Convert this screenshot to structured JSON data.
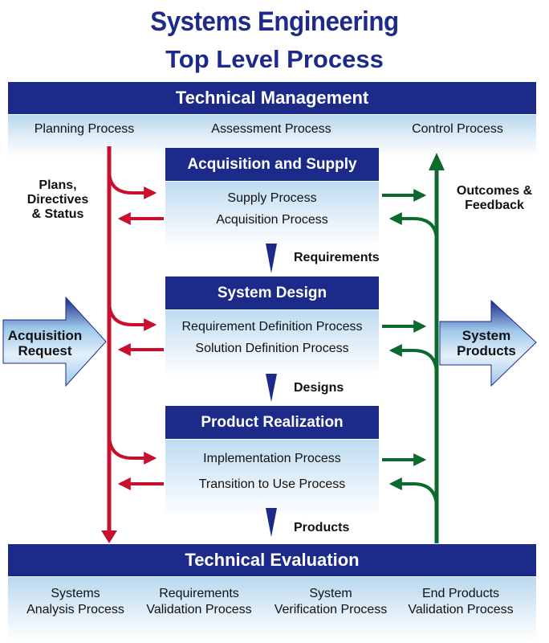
{
  "title": {
    "line1": "Systems Engineering",
    "line2": "Top Level Process"
  },
  "technical_management": {
    "header": "Technical Management",
    "processes": [
      "Planning Process",
      "Assessment Process",
      "Control Process"
    ]
  },
  "left_label": {
    "line1": "Plans,",
    "line2": "Directives",
    "line3": "& Status"
  },
  "right_label": {
    "line1": "Outcomes &",
    "line2": "Feedback"
  },
  "acquisition_and_supply": {
    "header": "Acquisition and Supply",
    "processes": [
      "Supply Process",
      "Acquisition Process"
    ]
  },
  "system_design": {
    "header": "System Design",
    "processes": [
      "Requirement Definition Process",
      "Solution Definition Process"
    ]
  },
  "product_realization": {
    "header": "Product Realization",
    "processes": [
      "Implementation Process",
      "Transition to Use Process"
    ]
  },
  "flow_labels": {
    "requirements": "Requirements",
    "designs": "Designs",
    "products": "Products"
  },
  "input_arrow": {
    "line1": "Acquisition",
    "line2": "Request"
  },
  "output_arrow": {
    "line1": "System",
    "line2": "Products"
  },
  "technical_evaluation": {
    "header": "Technical Evaluation",
    "processes": [
      {
        "line1": "Systems",
        "line2": "Analysis Process"
      },
      {
        "line1": "Requirements",
        "line2": "Validation Process"
      },
      {
        "line1": "System",
        "line2": "Verification Process"
      },
      {
        "line1": "End Products",
        "line2": "Validation Process"
      }
    ]
  },
  "colors": {
    "navy": "#1c2a8a",
    "red": "#c8102e",
    "green": "#0b6b2e",
    "light_blue": "#bfdcf1"
  }
}
